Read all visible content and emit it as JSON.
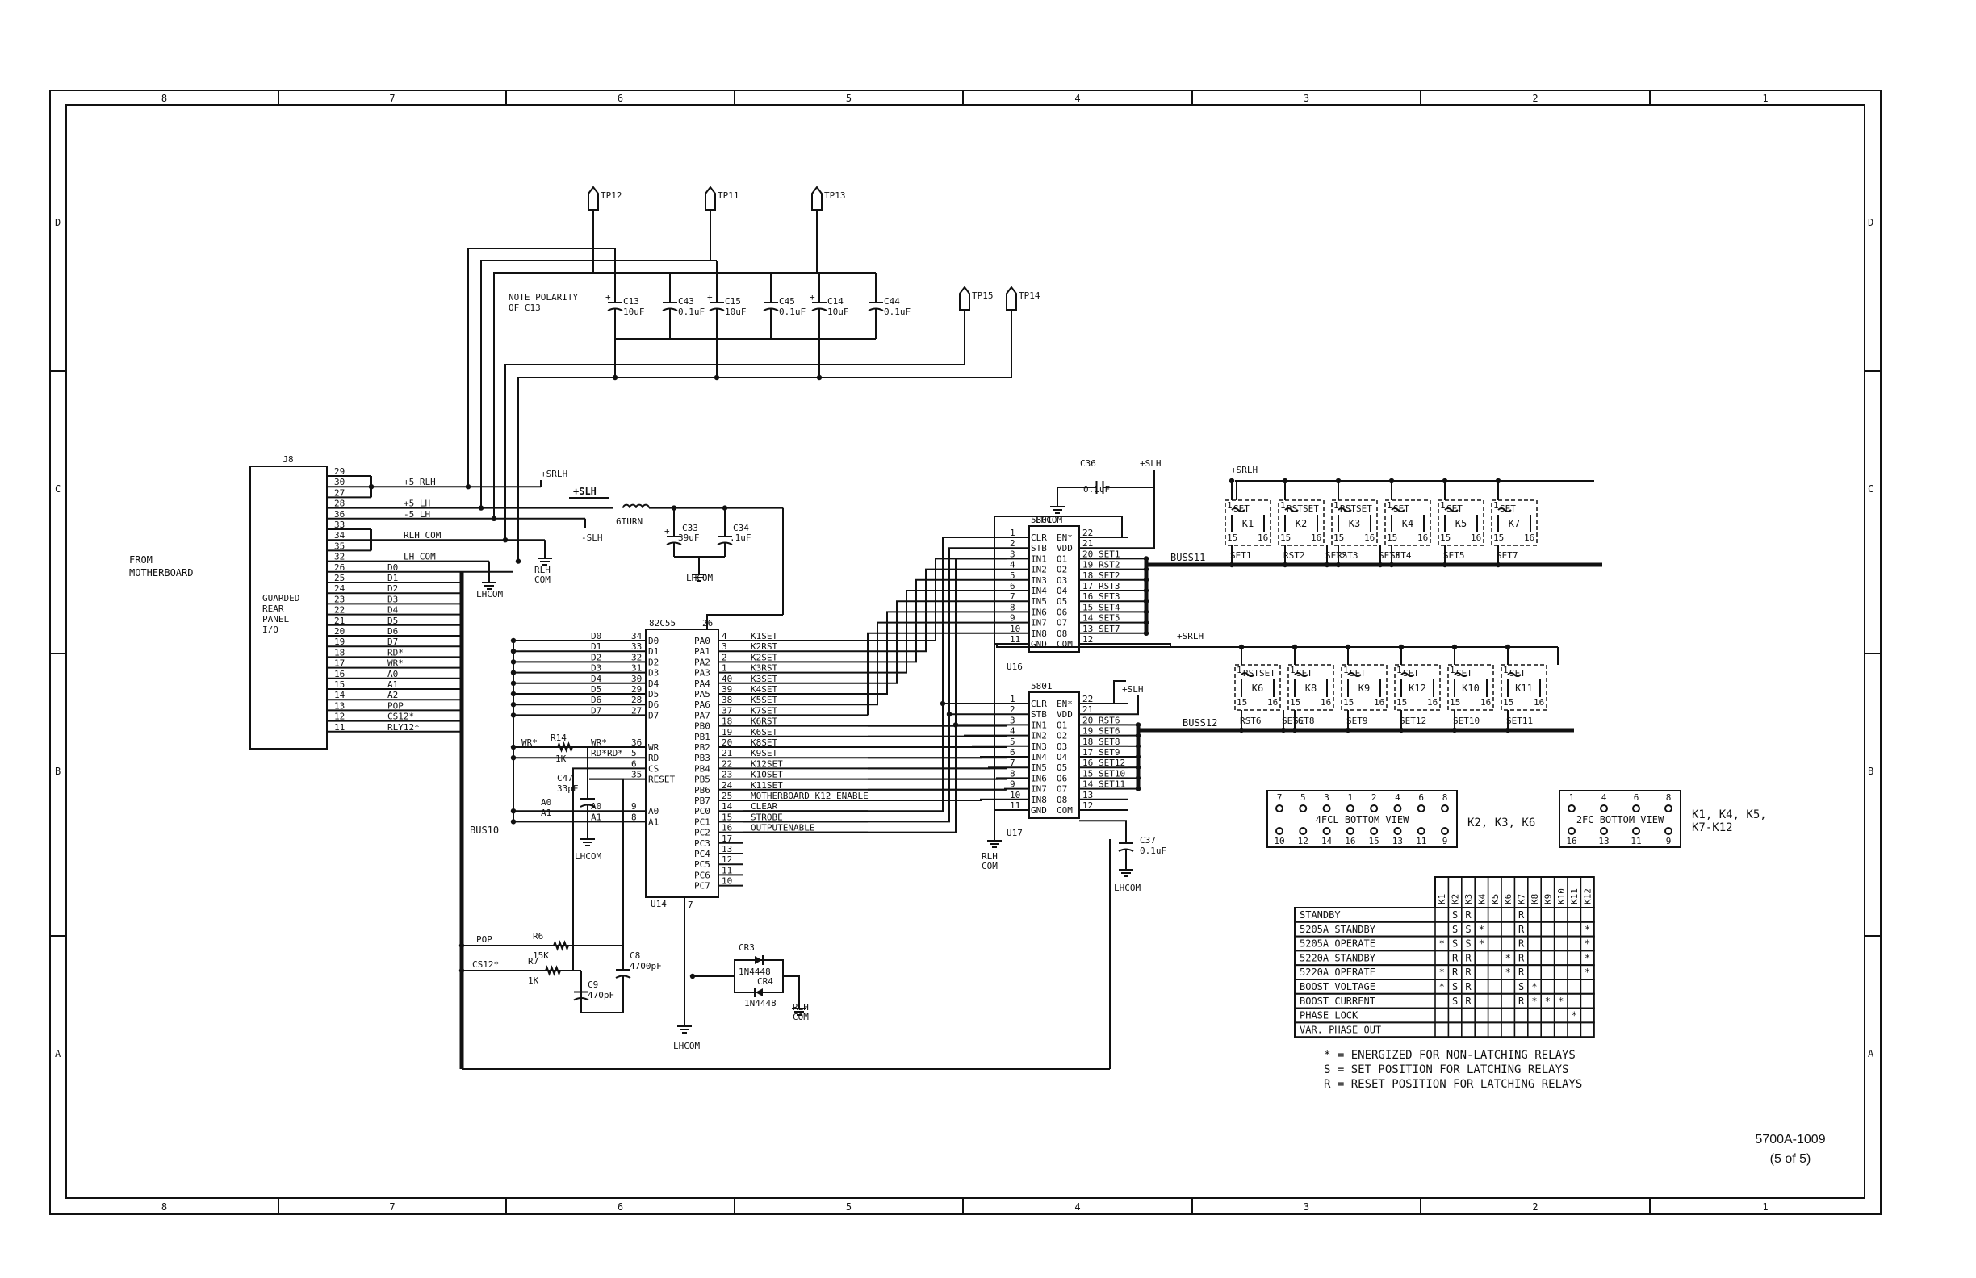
{
  "frame": {
    "top_zones": [
      "8",
      "7",
      "6",
      "5",
      "4",
      "3",
      "2",
      "1"
    ],
    "side_zones": [
      "D",
      "C",
      "B",
      "A"
    ]
  },
  "doc": {
    "number": "5700A-1009",
    "sheet": "(5 of 5)"
  },
  "source_label": "FROM\nMOTHERBOARD",
  "j8": {
    "ref": "J8",
    "body": "GUARDED\nREAR\nPANEL\nI/O",
    "pins": [
      "29",
      "30",
      "27",
      "28",
      "36",
      "33",
      "34",
      "35",
      "32",
      "26",
      "25",
      "24",
      "23",
      "22",
      "21",
      "20",
      "19",
      "18",
      "17",
      "16",
      "15",
      "14",
      "13",
      "12",
      "11"
    ],
    "nets": [
      "",
      "+5 RLH",
      "",
      "+5 LH",
      "-5 LH",
      "",
      "RLH COM",
      "",
      "LH COM",
      "D0",
      "D1",
      "D2",
      "D3",
      "D4",
      "D5",
      "D6",
      "D7",
      "RD*",
      "WR*",
      "A0",
      "A1",
      "A2",
      "POP",
      "CS12*",
      "RLY12*"
    ]
  },
  "testpoints": [
    "TP12",
    "TP11",
    "TP13",
    "TP15",
    "TP14"
  ],
  "caps_top": [
    {
      "ref": "C13",
      "val": "10uF"
    },
    {
      "ref": "C43",
      "val": "0.1uF"
    },
    {
      "ref": "C15",
      "val": "10uF"
    },
    {
      "ref": "C45",
      "val": "0.1uF"
    },
    {
      "ref": "C14",
      "val": "10uF"
    },
    {
      "ref": "C44",
      "val": "0.1uF"
    }
  ],
  "note": "NOTE POLARITY\nOF C13",
  "power": {
    "srlh": "+SRLH",
    "slh": "+SLH",
    "mslh": "-SLH",
    "lhcom": "LHCOM",
    "rlhcom": "RLH\nCOM",
    "inductor": "6TURN",
    "c33": "C33",
    "c33v": "39uF",
    "c34": "C34",
    "c34v": ".1uF",
    "c36": "C36",
    "c36v": "0.1uF",
    "c37": "C37",
    "c37v": "0.1uF"
  },
  "u14": {
    "ref": "U14",
    "part": "82C55",
    "vcc_pin": "26",
    "gnd_pin": "7",
    "left_pins": [
      "34",
      "33",
      "32",
      "31",
      "30",
      "29",
      "28",
      "27",
      "36",
      "5",
      "6",
      "35",
      "9",
      "8"
    ],
    "left_names": [
      "D0",
      "D1",
      "D2",
      "D3",
      "D4",
      "D5",
      "D6",
      "D7",
      "WR",
      "RD",
      "CS",
      "RESET",
      "A0",
      "A1"
    ],
    "left_nets": [
      "D0",
      "D1",
      "D2",
      "D3",
      "D4",
      "D5",
      "D6",
      "D7",
      "WR*",
      "RD*",
      "",
      "",
      "A0",
      "A1"
    ],
    "right_pins": [
      "4",
      "3",
      "2",
      "1",
      "40",
      "39",
      "38",
      "37",
      "18",
      "19",
      "20",
      "21",
      "22",
      "23",
      "24",
      "25",
      "14",
      "15",
      "16",
      "17",
      "13",
      "12",
      "11",
      "10"
    ],
    "right_names": [
      "PA0",
      "PA1",
      "PA2",
      "PA3",
      "PA4",
      "PA5",
      "PA6",
      "PA7",
      "PB0",
      "PB1",
      "PB2",
      "PB3",
      "PB4",
      "PB5",
      "PB6",
      "PB7",
      "PC0",
      "PC1",
      "PC2",
      "PC3",
      "PC4",
      "PC5",
      "PC6",
      "PC7"
    ],
    "right_nets": [
      "K1SET",
      "K2RST",
      "K2SET",
      "K3RST",
      "K3SET",
      "K4SET",
      "K5SET",
      "K7SET",
      "K6RST",
      "K6SET",
      "K8SET",
      "K9SET",
      "K12SET",
      "K10SET",
      "K11SET",
      "MOTHERBOARD K12 ENABLE",
      "CLEAR",
      "STROBE",
      "OUTPUTENABLE",
      "",
      "",
      "",
      "",
      ""
    ]
  },
  "u16": {
    "ref": "U16",
    "part": "5801",
    "left_pins": [
      "1",
      "2",
      "3",
      "4",
      "5",
      "6",
      "7",
      "8",
      "9",
      "10",
      "11"
    ],
    "left_names": [
      "CLR",
      "STB",
      "IN1",
      "IN2",
      "IN3",
      "IN4",
      "IN5",
      "IN6",
      "IN7",
      "IN8",
      "GND"
    ],
    "right_pins": [
      "22",
      "21",
      "20",
      "19",
      "18",
      "17",
      "16",
      "15",
      "14",
      "13",
      "12"
    ],
    "right_names": [
      "EN*",
      "VDD",
      "O1",
      "O2",
      "O3",
      "O4",
      "O5",
      "O6",
      "O7",
      "O8",
      "COM"
    ],
    "right_nets": [
      "",
      "",
      "SET1",
      "RST2",
      "SET2",
      "RST3",
      "SET3",
      "SET4",
      "SET5",
      "SET7",
      ""
    ]
  },
  "u17": {
    "ref": "U17",
    "part": "5801",
    "left_pins": [
      "1",
      "2",
      "3",
      "4",
      "5",
      "6",
      "7",
      "8",
      "9",
      "10",
      "11"
    ],
    "left_names": [
      "CLR",
      "STB",
      "IN1",
      "IN2",
      "IN3",
      "IN4",
      "IN5",
      "IN6",
      "IN7",
      "IN8",
      "GND"
    ],
    "right_pins": [
      "22",
      "21",
      "20",
      "19",
      "18",
      "17",
      "16",
      "15",
      "14",
      "13",
      "12"
    ],
    "right_names": [
      "EN*",
      "VDD",
      "O1",
      "O2",
      "O3",
      "O4",
      "O5",
      "O6",
      "O7",
      "O8",
      "COM"
    ],
    "right_nets": [
      "",
      "",
      "RST6",
      "SET6",
      "SET8",
      "SET9",
      "SET12",
      "SET10",
      "SET11",
      "",
      ""
    ]
  },
  "buses": [
    "BUSS11",
    "BUSS12",
    "BUS10"
  ],
  "relays_row1": [
    {
      "ref": "K1",
      "labels": [
        "SET"
      ],
      "net": "SET1"
    },
    {
      "ref": "K2",
      "labels": [
        "RST",
        "SET"
      ],
      "net": "RST2"
    },
    {
      "ref": "",
      "labels": [],
      "net": "SET2"
    },
    {
      "ref": "K3",
      "labels": [
        "RST",
        "SET"
      ],
      "net": "RST3"
    },
    {
      "ref": "",
      "labels": [],
      "net": "SET3"
    },
    {
      "ref": "K4",
      "labels": [
        "SET"
      ],
      "net": "SET4"
    },
    {
      "ref": "K5",
      "labels": [
        "SET"
      ],
      "net": "SET5"
    },
    {
      "ref": "K7",
      "labels": [
        "SET"
      ],
      "net": "SET7"
    }
  ],
  "relays_row2": [
    {
      "ref": "K6",
      "labels": [
        "RST",
        "SET"
      ],
      "net": "RST6"
    },
    {
      "ref": "",
      "labels": [],
      "net": "SET6"
    },
    {
      "ref": "K8",
      "labels": [
        "SET"
      ],
      "net": "SET8"
    },
    {
      "ref": "K9",
      "labels": [
        "SET"
      ],
      "net": "SET9"
    },
    {
      "ref": "K12",
      "labels": [
        "SET"
      ],
      "net": "SET12"
    },
    {
      "ref": "K10",
      "labels": [
        "SET"
      ],
      "net": "SET10"
    },
    {
      "ref": "K11",
      "labels": [
        "SET"
      ],
      "net": "SET11"
    }
  ],
  "pin_num": {
    "a": "1",
    "b": "2",
    "c": "15",
    "d": "16"
  },
  "views": {
    "fcl": {
      "title": "4FCL BOTTOM VIEW",
      "top": [
        "7",
        "5",
        "3",
        "1",
        "2",
        "4",
        "6",
        "8"
      ],
      "bottom": [
        "10",
        "12",
        "14",
        "16",
        "15",
        "13",
        "11",
        "9"
      ],
      "applies": "K2, K3, K6"
    },
    "fc": {
      "title": "2FC BOTTOM VIEW",
      "top": [
        "1",
        "4",
        "6",
        "8"
      ],
      "bottom": [
        "16",
        "13",
        "11",
        "9"
      ],
      "applies": "K1, K4, K5,\nK7-K12"
    }
  },
  "table": {
    "columns": [
      "K1",
      "K2",
      "K3",
      "K4",
      "K5",
      "K6",
      "K7",
      "K8",
      "K9",
      "K10",
      "K11",
      "K12"
    ],
    "rows": [
      {
        "label": "STANDBY",
        "cells": [
          "",
          "S",
          "R",
          "",
          "",
          "",
          "R",
          "",
          "",
          "",
          "",
          ""
        ]
      },
      {
        "label": "5205A STANDBY",
        "cells": [
          "",
          "S",
          "S",
          "*",
          "",
          "",
          "R",
          "",
          "",
          "",
          "",
          "*"
        ]
      },
      {
        "label": "5205A OPERATE",
        "cells": [
          "*",
          "S",
          "S",
          "*",
          "",
          "",
          "R",
          "",
          "",
          "",
          "",
          "*"
        ]
      },
      {
        "label": "5220A STANDBY",
        "cells": [
          "",
          "R",
          "R",
          "",
          "",
          "*",
          "R",
          "",
          "",
          "",
          "",
          "*"
        ]
      },
      {
        "label": "5220A OPERATE",
        "cells": [
          "*",
          "R",
          "R",
          "",
          "",
          "*",
          "R",
          "",
          "",
          "",
          "",
          "*"
        ]
      },
      {
        "label": "BOOST VOLTAGE",
        "cells": [
          "*",
          "S",
          "R",
          "",
          "",
          "",
          "S",
          "*",
          "",
          "",
          "",
          ""
        ]
      },
      {
        "label": "BOOST CURRENT",
        "cells": [
          "",
          "S",
          "R",
          "",
          "",
          "",
          "R",
          "*",
          "*",
          "*",
          "",
          ""
        ]
      },
      {
        "label": "PHASE LOCK",
        "cells": [
          "",
          "",
          "",
          "",
          "",
          "",
          "",
          "",
          "",
          "",
          "*",
          ""
        ]
      },
      {
        "label": "VAR. PHASE OUT",
        "cells": [
          "",
          "",
          "",
          "",
          "",
          "",
          "",
          "",
          "",
          "",
          "",
          ""
        ]
      }
    ],
    "legend": [
      "* = ENERGIZED FOR NON-LATCHING RELAYS",
      "S = SET POSITION FOR LATCHING RELAYS",
      "R = RESET POSITION FOR LATCHING RELAYS"
    ]
  },
  "passives": [
    {
      "ref": "R14",
      "val": "1K"
    },
    {
      "ref": "C47",
      "val": "33pF"
    },
    {
      "ref": "R6",
      "val": "15K"
    },
    {
      "ref": "R7",
      "val": "1K"
    },
    {
      "ref": "C8",
      "val": "4700pF"
    },
    {
      "ref": "C9",
      "val": "470pF"
    },
    {
      "ref": "CR3",
      "val": "1N4448"
    },
    {
      "ref": "CR4",
      "val": "1N4448"
    }
  ],
  "misc_nets": {
    "wr": "WR*",
    "rd": "RD*",
    "a0": "A0",
    "a1": "A1",
    "pop": "POP",
    "cs12": "CS12*"
  }
}
